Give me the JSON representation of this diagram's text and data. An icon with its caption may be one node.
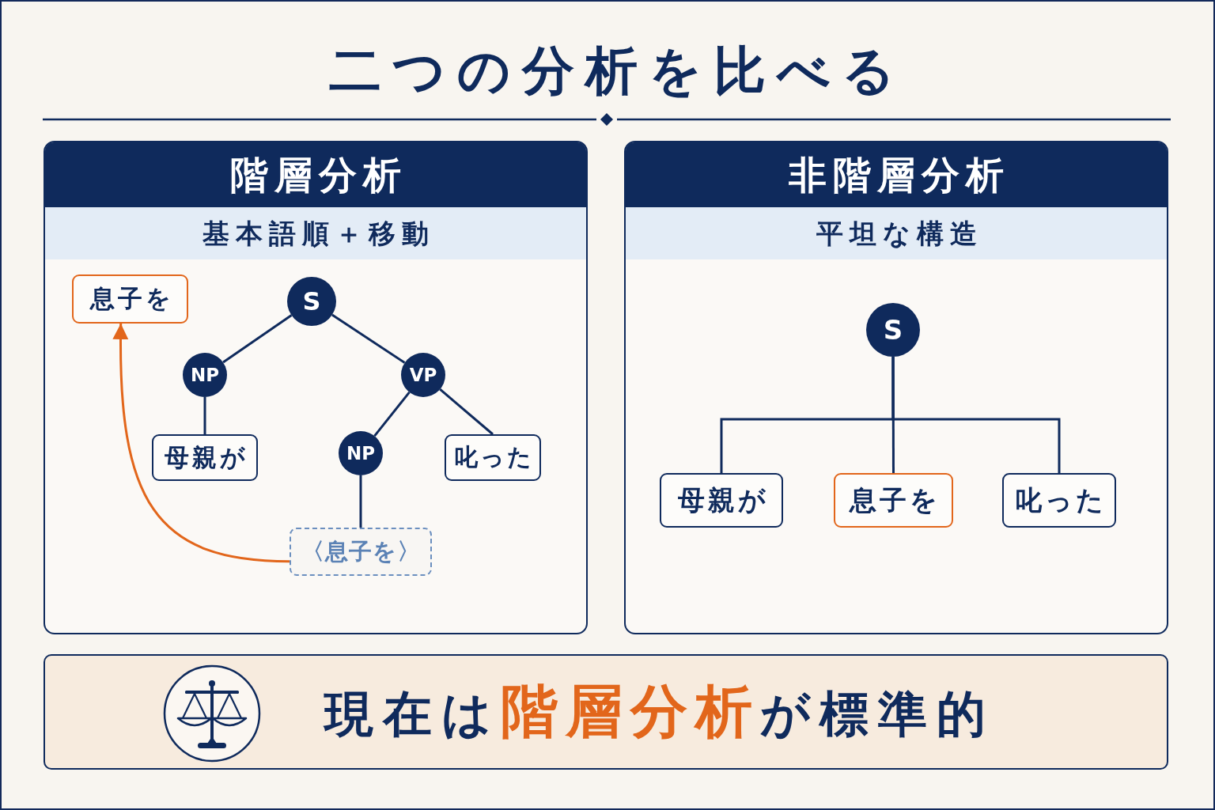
{
  "diagram": {
    "title": "二つの分析を比べる",
    "nodes": [
      {
        "text": [
          "階層分析",
          "基本語順＋移動"
        ]
      },
      {
        "text": [
          "息子を"
        ],
        "in": 0
      },
      {
        "text": [
          "S"
        ],
        "in": 0
      },
      {
        "text": [
          "NP"
        ],
        "in": 0
      },
      {
        "text": [
          "VP"
        ],
        "in": 0
      },
      {
        "text": [
          "母親が"
        ],
        "in": 0
      },
      {
        "text": [
          "NP"
        ],
        "in": 0
      },
      {
        "text": [
          "叱った"
        ],
        "in": 0
      },
      {
        "text": [
          "〈息子を〉"
        ],
        "in": 0
      },
      {
        "text": [
          "非階層分析",
          "平坦な構造"
        ]
      },
      {
        "text": [
          "S"
        ],
        "in": 9
      },
      {
        "text": [
          "母親が"
        ],
        "in": 9
      },
      {
        "text": [
          "息子を"
        ],
        "in": 9
      },
      {
        "text": [
          "叱った"
        ],
        "in": 9
      },
      {
        "text": [
          "現在は**階層分析**が標準的"
        ]
      }
    ],
    "edges": [
      {
        "from": 2,
        "to": 3,
        "arrow": "none"
      },
      {
        "from": 2,
        "to": 4,
        "arrow": "none"
      },
      {
        "from": 3,
        "to": 5,
        "arrow": "none"
      },
      {
        "from": 4,
        "to": 6,
        "arrow": "none"
      },
      {
        "from": 4,
        "to": 7,
        "arrow": "none"
      },
      {
        "from": 6,
        "to": 8,
        "arrow": "none"
      },
      {
        "from": 8,
        "to": 1,
        "arrow": "to",
        "color": "#e2661b"
      },
      {
        "from": 10,
        "to": 11,
        "arrow": "none"
      },
      {
        "from": 10,
        "to": 12,
        "arrow": "none"
      },
      {
        "from": 10,
        "to": 13,
        "arrow": "none"
      }
    ]
  }
}
